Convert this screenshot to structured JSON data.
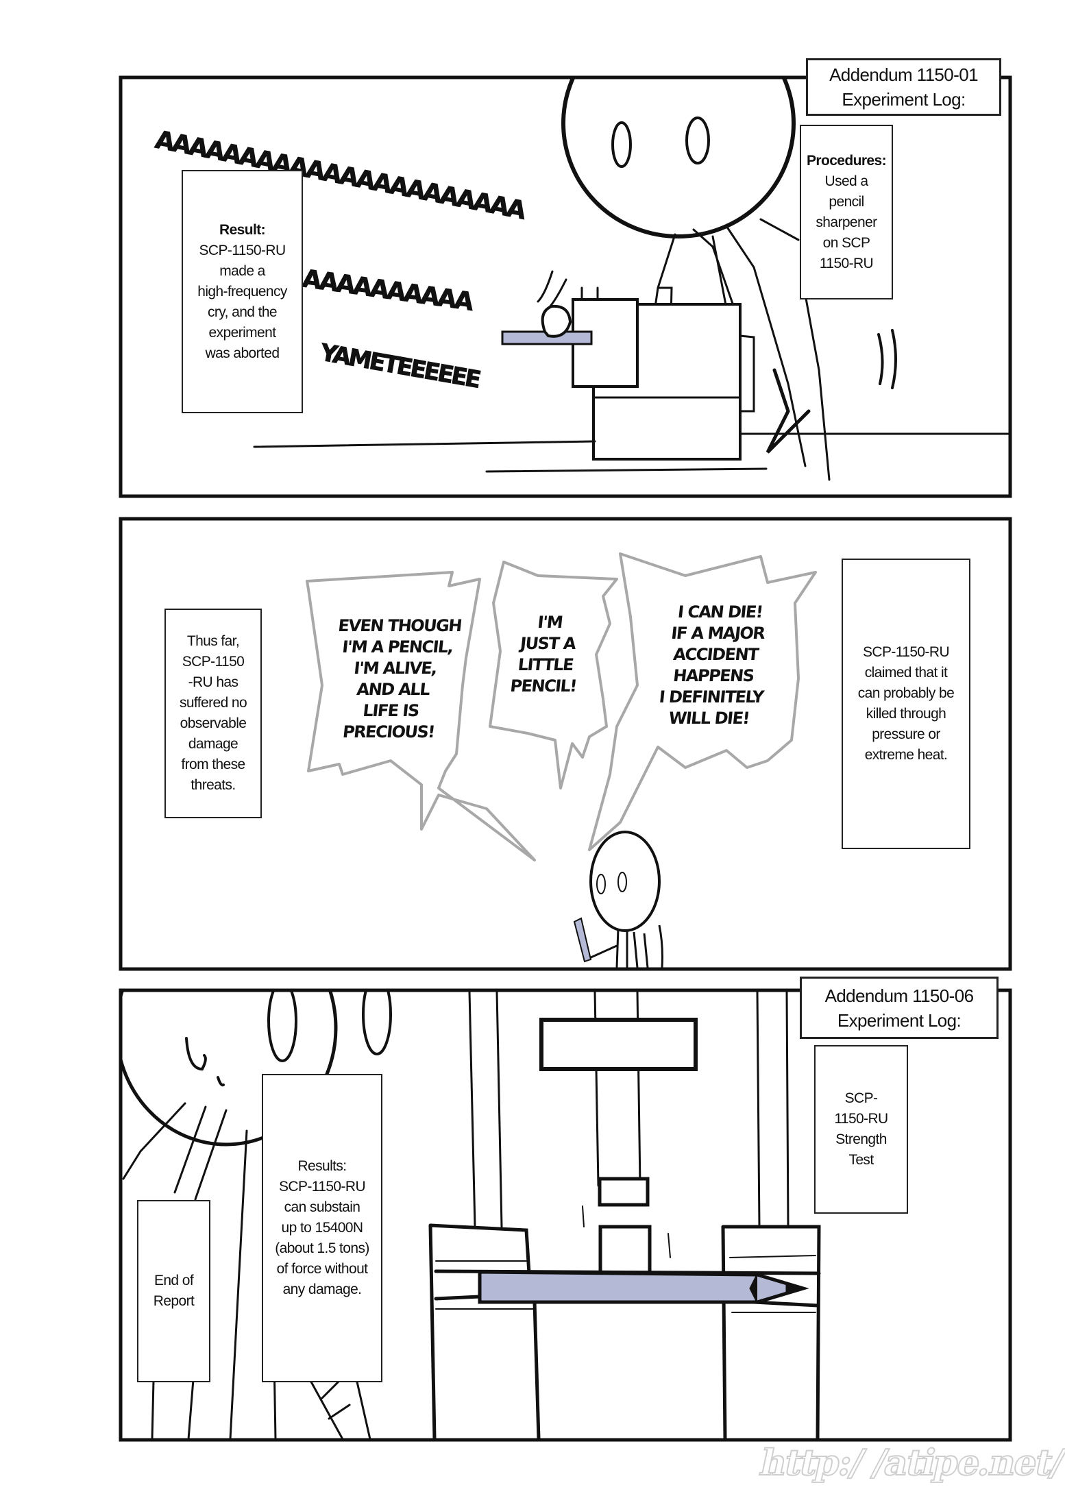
{
  "panel1": {
    "addendum_title": [
      "Addendum 1150-01",
      "Experiment Log:"
    ],
    "procedures": {
      "heading": "Procedures:",
      "lines": [
        "Used a",
        "pencil",
        "sharpener",
        "on SCP",
        "1150-RU"
      ]
    },
    "result": {
      "heading": "Result:",
      "lines": [
        "SCP-1150-RU",
        "made a",
        "high-frequency",
        "cry, and the",
        "experiment",
        "was aborted"
      ]
    },
    "sfx": {
      "scream1": "AAAAAAAAAAAAAAAAAAAAAA",
      "scream2": "AAAAAAAAAA",
      "yamete": "YAMETEEEEEE"
    }
  },
  "panel2": {
    "left_note": [
      "Thus far,",
      "SCP-1150",
      "-RU has",
      "suffered no",
      "observable",
      "damage",
      "from these",
      "threats."
    ],
    "right_note": [
      "SCP-1150-RU",
      "claimed that it",
      "can probably be",
      "killed through",
      "pressure or",
      "extreme heat."
    ],
    "bubbles": [
      [
        "EVEN THOUGH",
        "I'M A PENCIL,",
        "I'M ALIVE,",
        "AND ALL",
        "LIFE IS",
        "PRECIOUS!"
      ],
      [
        "I'M",
        "JUST A",
        "LITTLE",
        "PENCIL!"
      ],
      [
        "I CAN DIE!",
        "IF A MAJOR",
        "ACCIDENT",
        "HAPPENS",
        "I DEFINITELY",
        "WILL DIE!"
      ]
    ]
  },
  "panel3": {
    "addendum_title": [
      "Addendum 1150-06",
      "Experiment Log:"
    ],
    "test_name": [
      "SCP-",
      "1150-RU",
      "Strength",
      "Test"
    ],
    "results": [
      "Results:",
      "SCP-1150-RU",
      "can substain",
      "up to 15400N",
      "(about 1.5 tons)",
      "of force without",
      "any damage."
    ],
    "end_note": [
      "End of",
      "Report"
    ]
  },
  "watermark": "http:/ /atipe.net/",
  "colors": {
    "ink": "#111111",
    "pencil_fill": "#b4bad6",
    "bubble_outline": "#a8a8a8"
  }
}
